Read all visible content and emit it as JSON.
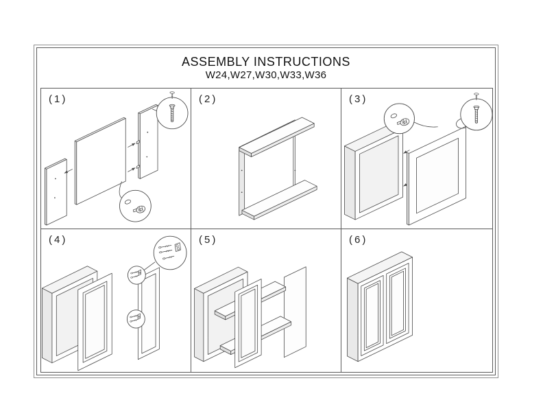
{
  "page": {
    "title": "ASSEMBLY INSTRUCTIONS",
    "subtitle": "W24,W27,W30,W33,W36"
  },
  "colors": {
    "line": "#4a4a4a",
    "outer_frame": "#8f8f8f",
    "grid_frame": "#5a5a5a",
    "background": "#ffffff",
    "panel_shade": "#e9e9e9"
  },
  "steps": [
    {
      "label": "(1)",
      "callout_icons": [
        "cam-bolt-icon",
        "cam-lock-icon"
      ]
    },
    {
      "label": "(2)",
      "callout_icons": []
    },
    {
      "label": "(3)",
      "callout_icons": [
        "cam-lock-icon",
        "cam-bolt-icon"
      ]
    },
    {
      "label": "(4)",
      "callout_icons": [
        "hinge-icon",
        "hinge-icon",
        "hinge-icon"
      ]
    },
    {
      "label": "(5)",
      "callout_icons": []
    },
    {
      "label": "(6)",
      "callout_icons": []
    }
  ]
}
